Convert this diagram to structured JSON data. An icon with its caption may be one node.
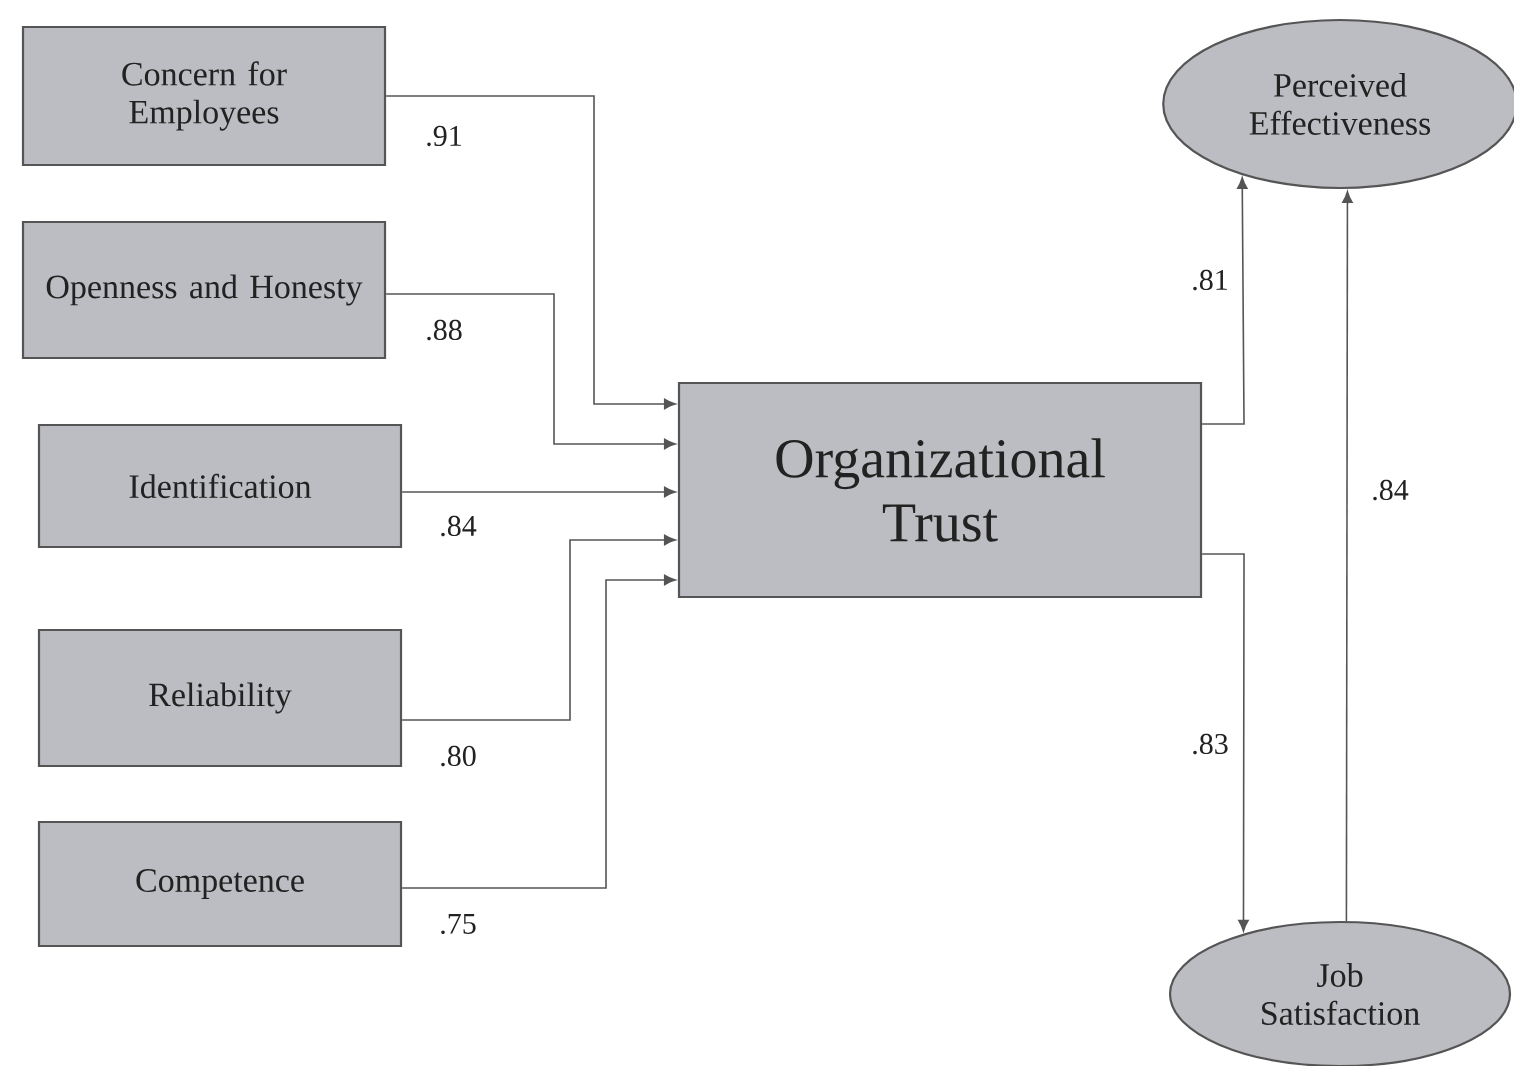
{
  "diagram": {
    "nodes": [
      {
        "text": [
          "Concern for Employees"
        ]
      },
      {
        "text": [
          "Openness and Honesty"
        ]
      },
      {
        "text": [
          "Identification"
        ]
      },
      {
        "text": [
          "Reliability"
        ]
      },
      {
        "text": [
          "Competence"
        ]
      },
      {
        "text": [
          "Organizational Trust"
        ]
      },
      {
        "text": [
          "Perceived Effectiveness"
        ]
      },
      {
        "text": [
          "Job Satisfaction"
        ]
      }
    ],
    "edges": [
      {
        "from": 0,
        "to": 5,
        "arrow": "to",
        "label": ".91"
      },
      {
        "from": 1,
        "to": 5,
        "arrow": "to",
        "label": ".88"
      },
      {
        "from": 2,
        "to": 5,
        "arrow": "to",
        "label": ".84"
      },
      {
        "from": 3,
        "to": 5,
        "arrow": "to",
        "label": ".80"
      },
      {
        "from": 4,
        "to": 5,
        "arrow": "to",
        "label": ".75"
      },
      {
        "from": 5,
        "to": 6,
        "arrow": "to",
        "label": ".81"
      },
      {
        "from": 5,
        "to": 7,
        "arrow": "to",
        "label": ".83"
      },
      {
        "from": 7,
        "to": 6,
        "arrow": "to",
        "label": ".84"
      }
    ]
  }
}
